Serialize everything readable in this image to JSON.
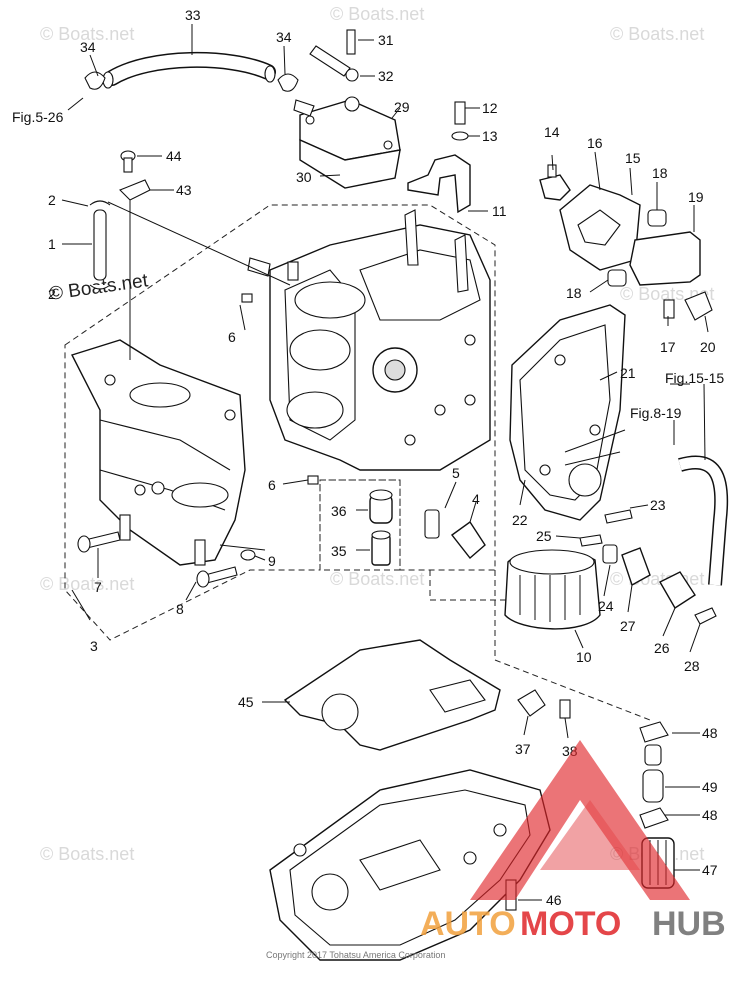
{
  "watermark": "© Boats.net",
  "big_watermark": "© Boats.net",
  "copyright": "Copyright 2017 Tohatsu America Corporation",
  "logo": {
    "part1": "AUTO",
    "part2": "MOTO",
    "part3": "HUB",
    "color_red": "#e0262a",
    "color_orange": "#f2a03d",
    "color_gray": "#6b6b6b"
  },
  "refs": {
    "fig5": "Fig.5-26",
    "fig8": "Fig.8-19",
    "fig15": "Fig.15-15"
  },
  "callouts": {
    "n1": "1",
    "n2a": "2",
    "n2b": "2",
    "n3": "3",
    "n4": "4",
    "n5": "5",
    "n6a": "6",
    "n6b": "6",
    "n7": "7",
    "n8": "8",
    "n9": "9",
    "n10": "10",
    "n11": "11",
    "n12": "12",
    "n13": "13",
    "n14": "14",
    "n15": "15",
    "n16": "16",
    "n17": "17",
    "n18a": "18",
    "n18b": "18",
    "n19": "19",
    "n20": "20",
    "n21": "21",
    "n22": "22",
    "n23": "23",
    "n24": "24",
    "n25": "25",
    "n26": "26",
    "n27": "27",
    "n28": "28",
    "n29": "29",
    "n30": "30",
    "n31": "31",
    "n32": "32",
    "n33": "33",
    "n34a": "34",
    "n34b": "34",
    "n35": "35",
    "n36": "36",
    "n37": "37",
    "n38": "38",
    "n43": "43",
    "n44": "44",
    "n45": "45",
    "n46": "46",
    "n47": "47",
    "n48a": "48",
    "n48b": "48",
    "n49": "49"
  }
}
